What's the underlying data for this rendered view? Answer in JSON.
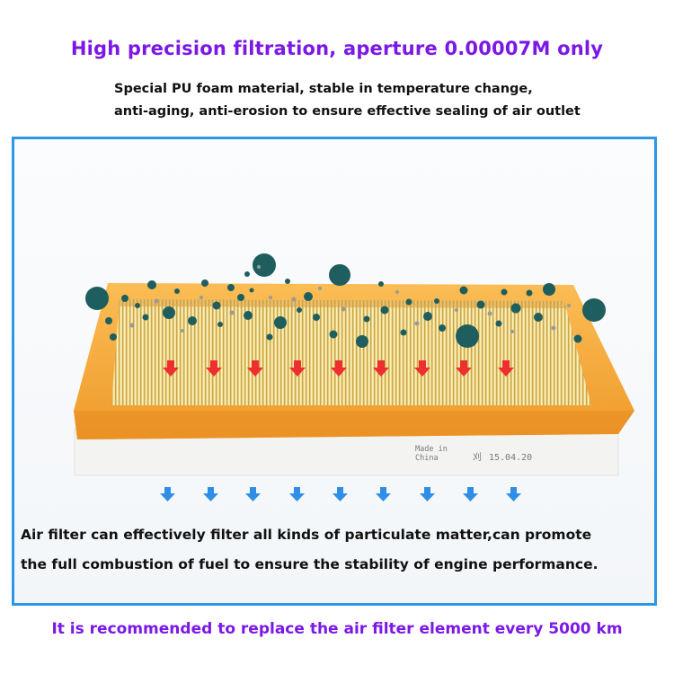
{
  "headline": "High precision filtration, aperture 0.00007M only",
  "material": {
    "line1": "Special PU foam material, stable in temperature change,",
    "line2": "anti-aging, anti-erosion to ensure effective sealing of air outlet"
  },
  "filter": {
    "stamp_origin_line1": "Made in",
    "stamp_origin_line2": "China",
    "stamp_date": "15.04.20",
    "frame_color": "#f6a531",
    "media_color": "#f1dc8e",
    "particle_color": "#1f5e5e",
    "in_arrow_color": "#ee2f2f",
    "out_arrow_color": "#2f8fe6"
  },
  "description": {
    "line1": "Air filter can effectively filter all kinds of particulate matter,can promote",
    "line2": "the full combustion of fuel to ensure the stability of engine performance."
  },
  "footer": "It is recommended to replace the air filter element every 5000 km"
}
